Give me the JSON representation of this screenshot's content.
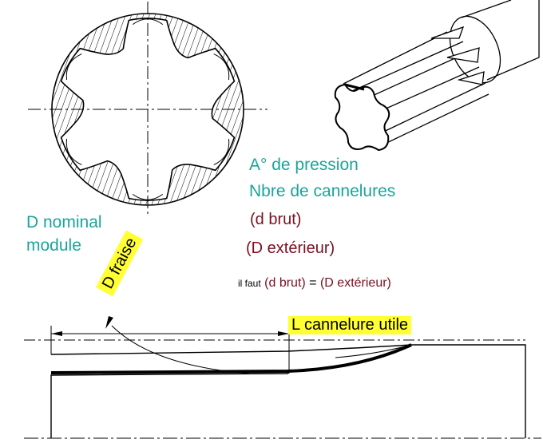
{
  "labels": {
    "pressure_angle": "A° de pression",
    "spline_count": "Nbre de cannelures",
    "nominal_d": "D nominal",
    "module": "module",
    "d_rough": "(d brut)",
    "d_outer": "(D extérieur)",
    "rule_prefix": "il faut",
    "rule_d_rough": "(d brut)",
    "rule_equals": "=",
    "rule_d_outer": "(D extérieur)",
    "useful_length": "L cannelure utile",
    "cutter_d": "D fraise"
  },
  "colors": {
    "teal_text": "#1aa59a",
    "maroon_text": "#7a1020",
    "highlight": "#ffff33",
    "line": "#000000"
  }
}
